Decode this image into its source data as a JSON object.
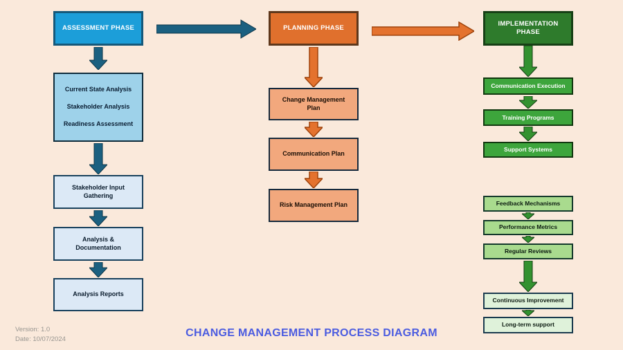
{
  "title": "CHANGE MANAGEMENT PROCESS DIAGRAM",
  "footer": {
    "version": "Version: 1.0",
    "date": "Date: 10/07/2024"
  },
  "phases": {
    "assessment": {
      "label": "ASSESSMENT PHASE",
      "fill": "#1C9ED9",
      "border": "#14587A"
    },
    "planning": {
      "label": "PLANNING PHASE",
      "fill": "#E0702D",
      "border": "#5E371B"
    },
    "implementation": {
      "label": "IMPLEMENTATION PHASE",
      "fill": "#2E7B2C",
      "border": "#163F15"
    }
  },
  "assessment": {
    "summary": [
      "Current State Analysis",
      "Stakeholder Analysis",
      "Readiness Assessment"
    ],
    "steps": [
      "Stakeholder Input Gathering",
      "Analysis & Documentation",
      "Analysis Reports"
    ]
  },
  "planning": {
    "steps": [
      "Change Management Plan",
      "Communication Plan",
      "Risk Management Plan"
    ]
  },
  "implementation": {
    "execution": [
      "Communication Execution",
      "Training Programs",
      "Support Systems"
    ],
    "monitoring": [
      "Feedback Mechanisms",
      "Performance Metrics",
      "Regular Reviews"
    ],
    "sustain": [
      "Continuous Improvement",
      "Long-term support"
    ]
  },
  "colors": {
    "background": "#FAE9DB",
    "teal_arrow": "#1B6080",
    "orange_arrow": "#E4722E",
    "green_arrow": "#339230",
    "summary_fill": "#9ED2EA",
    "blue_step_fill": "#DCE9F6",
    "orange_step_fill": "#F2A87D",
    "green_exec_fill": "#3DA53C",
    "green_mid_fill": "#A9DB8E",
    "green_light_fill": "#DFF2DA",
    "title_text": "#4B5CE0",
    "footer_text": "#979590"
  }
}
